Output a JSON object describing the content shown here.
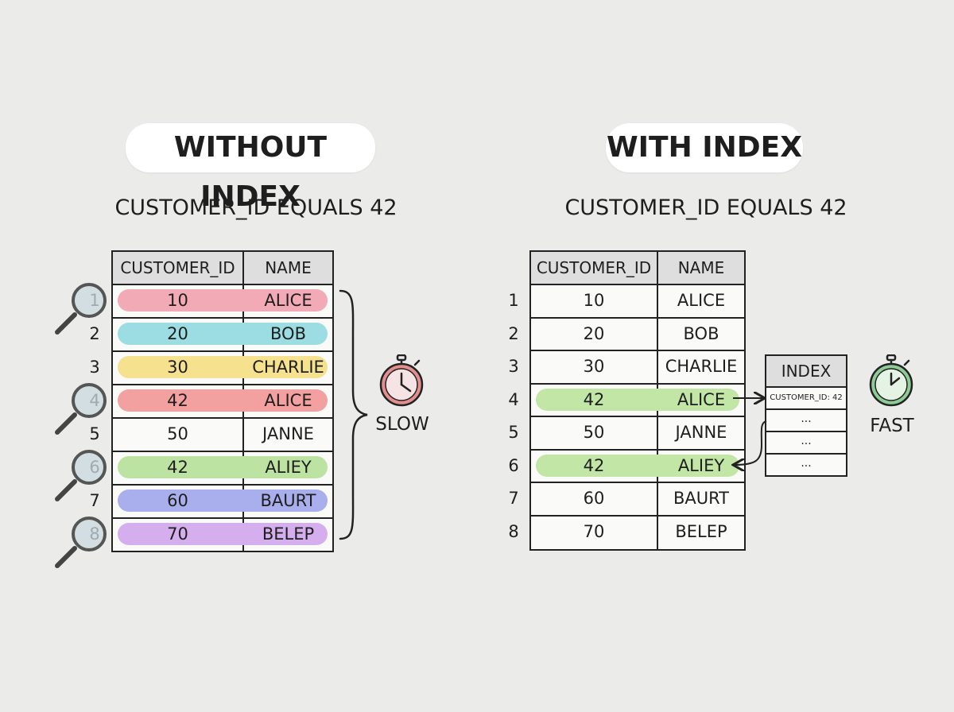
{
  "left": {
    "title": "WITHOUT INDEX",
    "subtitle": "CUSTOMER_ID EQUALS 42",
    "speed_label": "SLOW",
    "headers": [
      "CUSTOMER_ID",
      "NAME"
    ],
    "rows": [
      {
        "num": "1",
        "id": "10",
        "name": "ALICE",
        "color": "#f2aab7",
        "mag": true
      },
      {
        "num": "2",
        "id": "20",
        "name": "BOB",
        "color": "#9bdde3",
        "mag": false
      },
      {
        "num": "3",
        "id": "30",
        "name": "CHARLIE",
        "color": "#f5e18e",
        "mag": false
      },
      {
        "num": "4",
        "id": "42",
        "name": "ALICE",
        "color": "#f2a0a0",
        "mag": true
      },
      {
        "num": "5",
        "id": "50",
        "name": "JANNE",
        "color": "",
        "mag": false
      },
      {
        "num": "6",
        "id": "42",
        "name": "ALIEY",
        "color": "#bde3a2",
        "mag": true
      },
      {
        "num": "7",
        "id": "60",
        "name": "BAURT",
        "color": "#a9afec",
        "mag": false
      },
      {
        "num": "8",
        "id": "70",
        "name": "BELEP",
        "color": "#d5aeee",
        "mag": true
      }
    ]
  },
  "right": {
    "title": "WITH INDEX",
    "subtitle": "CUSTOMER_ID EQUALS 42",
    "speed_label": "FAST",
    "headers": [
      "CUSTOMER_ID",
      "NAME"
    ],
    "rows": [
      {
        "num": "1",
        "id": "10",
        "name": "ALICE",
        "color": ""
      },
      {
        "num": "2",
        "id": "20",
        "name": "BOB",
        "color": ""
      },
      {
        "num": "3",
        "id": "30",
        "name": "CHARLIE",
        "color": ""
      },
      {
        "num": "4",
        "id": "42",
        "name": "ALICE",
        "color": "#c2e6a6"
      },
      {
        "num": "5",
        "id": "50",
        "name": "JANNE",
        "color": ""
      },
      {
        "num": "6",
        "id": "42",
        "name": "ALIEY",
        "color": "#c2e6a6"
      },
      {
        "num": "7",
        "id": "60",
        "name": "BAURT",
        "color": ""
      },
      {
        "num": "8",
        "id": "70",
        "name": "BELEP",
        "color": ""
      }
    ],
    "index": {
      "title": "INDEX",
      "entries": [
        "CUSTOMER_ID: 42",
        "...",
        "...",
        "..."
      ]
    }
  },
  "colors": {
    "slow_clock": "#e07f7f",
    "fast_clock": "#7fc68a",
    "outline": "#222222"
  },
  "icons": {
    "magnifier": "magnifier-icon",
    "slow_clock": "stopwatch-icon",
    "fast_clock": "stopwatch-icon",
    "brace": "curly-brace"
  }
}
